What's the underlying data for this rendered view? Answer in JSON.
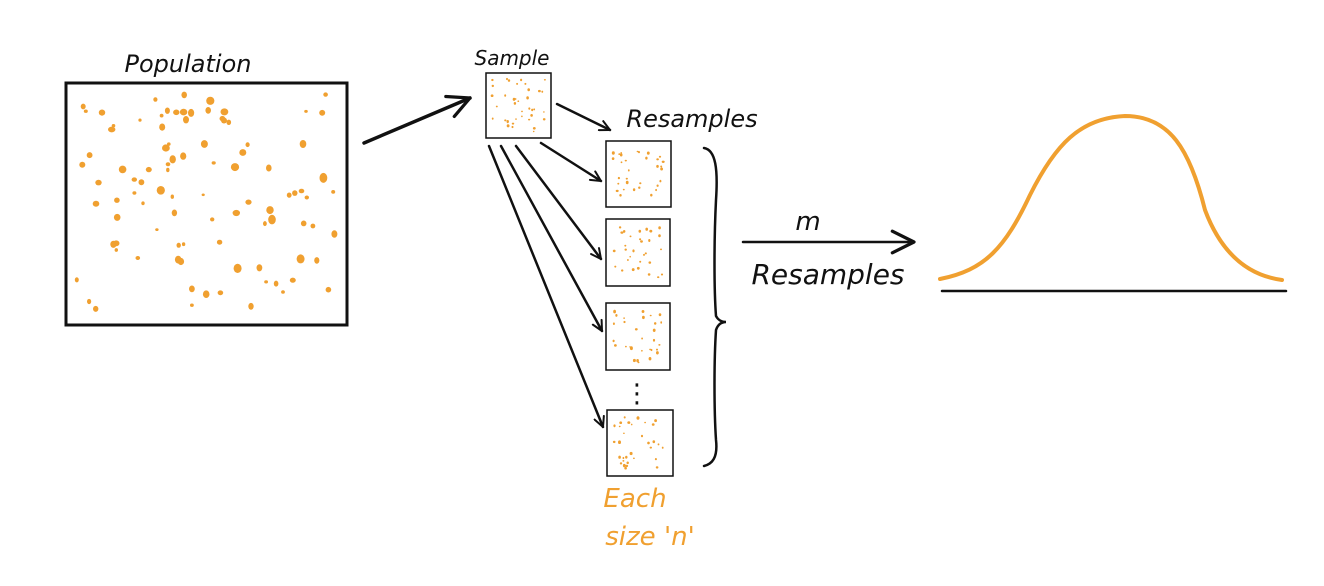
{
  "labels": {
    "population": "Population",
    "sample": "Sample",
    "resamples": "Resamples",
    "m": "m",
    "m_resamples": "Resamples",
    "each": "Each",
    "size_n": "size 'n'"
  },
  "ellipsis": "⋮",
  "colors": {
    "ink": "#111111",
    "accent": "#f0a030"
  }
}
